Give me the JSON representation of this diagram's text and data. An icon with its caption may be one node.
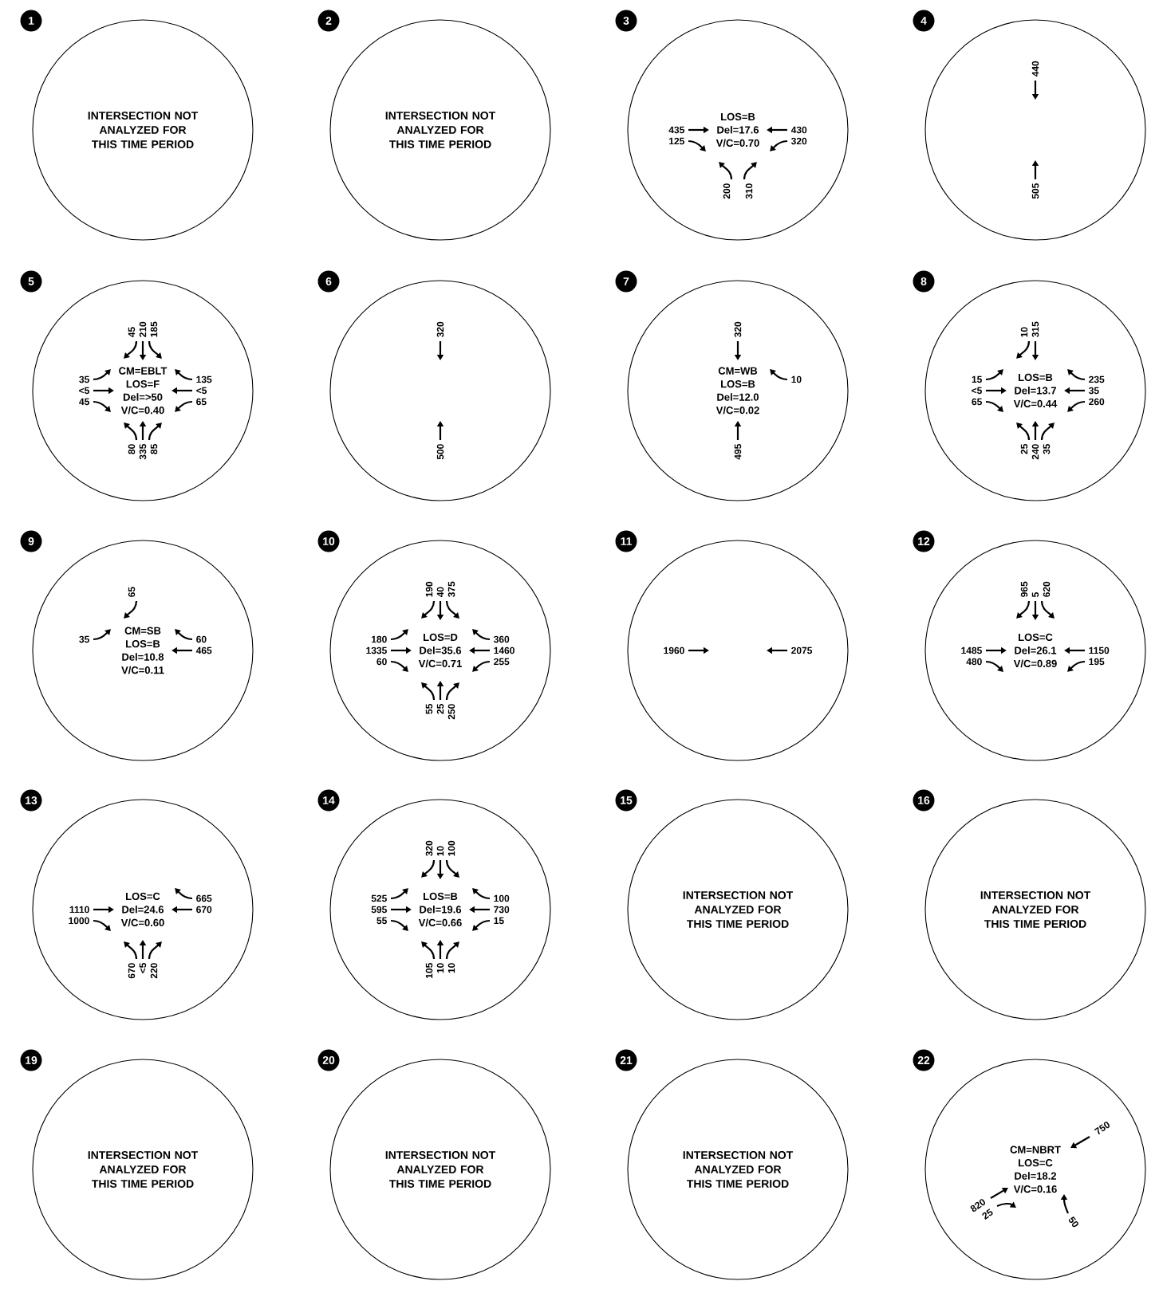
{
  "diagram": {
    "nodes": [
      {
        "text": [
          "1",
          "INTERSECTION NOT ANALYZED FOR THIS TIME PERIOD"
        ]
      },
      {
        "text": [
          "2",
          "INTERSECTION NOT ANALYZED FOR THIS TIME PERIOD"
        ]
      },
      {
        "text": [
          "3",
          "435",
          "125",
          "LOS=B Del=17.6 V/C=0.70",
          "430",
          "320",
          "200",
          "310"
        ]
      },
      {
        "text": [
          "4",
          "440",
          "505"
        ]
      },
      {
        "text": [
          "5",
          "45",
          "210",
          "185",
          "35",
          "<5",
          "45",
          "CM=EBLT LOS=F Del=>50 V/C=0.40",
          "135",
          "<5",
          "65",
          "80",
          "335",
          "85"
        ]
      },
      {
        "text": [
          "6",
          "320",
          "500"
        ]
      },
      {
        "text": [
          "7",
          "320",
          "CM=WB LOS=B Del=12.0 V/C=0.02",
          "10",
          "495"
        ]
      },
      {
        "text": [
          "8",
          "10",
          "315",
          "15",
          "<5",
          "65",
          "LOS=B Del=13.7 V/C=0.44",
          "235",
          "35",
          "260",
          "25",
          "240",
          "35"
        ]
      },
      {
        "text": [
          "9",
          "65",
          "35",
          "CM=SB LOS=B Del=10.8 V/C=0.11",
          "60",
          "465"
        ]
      },
      {
        "text": [
          "10",
          "190",
          "40",
          "375",
          "180",
          "1335",
          "60",
          "LOS=D Del=35.6 V/C=0.71",
          "360",
          "1460",
          "255",
          "55",
          "25",
          "250"
        ]
      },
      {
        "text": [
          "11",
          "1960",
          "2075"
        ]
      },
      {
        "text": [
          "12",
          "965",
          "5",
          "620",
          "1485",
          "480",
          "LOS=C Del=26.1 V/C=0.89",
          "1150",
          "195"
        ]
      },
      {
        "text": [
          "13",
          "1110",
          "1000",
          "LOS=C Del=24.6 V/C=0.60",
          "665",
          "670",
          "670",
          "<5",
          "220"
        ]
      },
      {
        "text": [
          "14",
          "320",
          "10",
          "100",
          "525",
          "595",
          "55",
          "LOS=B Del=19.6 V/C=0.66",
          "100",
          "730",
          "15",
          "105",
          "10",
          "10"
        ]
      },
      {
        "text": [
          "15",
          "INTERSECTION NOT ANALYZED FOR THIS TIME PERIOD"
        ]
      },
      {
        "text": [
          "16",
          "INTERSECTION NOT ANALYZED FOR THIS TIME PERIOD"
        ]
      },
      {
        "text": [
          "19",
          "INTERSECTION NOT ANALYZED FOR THIS TIME PERIOD"
        ]
      },
      {
        "text": [
          "20",
          "INTERSECTION NOT ANALYZED FOR THIS TIME PERIOD"
        ]
      },
      {
        "text": [
          "21",
          "INTERSECTION NOT ANALYZED FOR THIS TIME PERIOD"
        ]
      },
      {
        "text": [
          "22",
          "CM=NBRT LOS=C Del=18.2 V/C=0.16",
          "750",
          "820",
          "25",
          "50"
        ]
      }
    ]
  }
}
